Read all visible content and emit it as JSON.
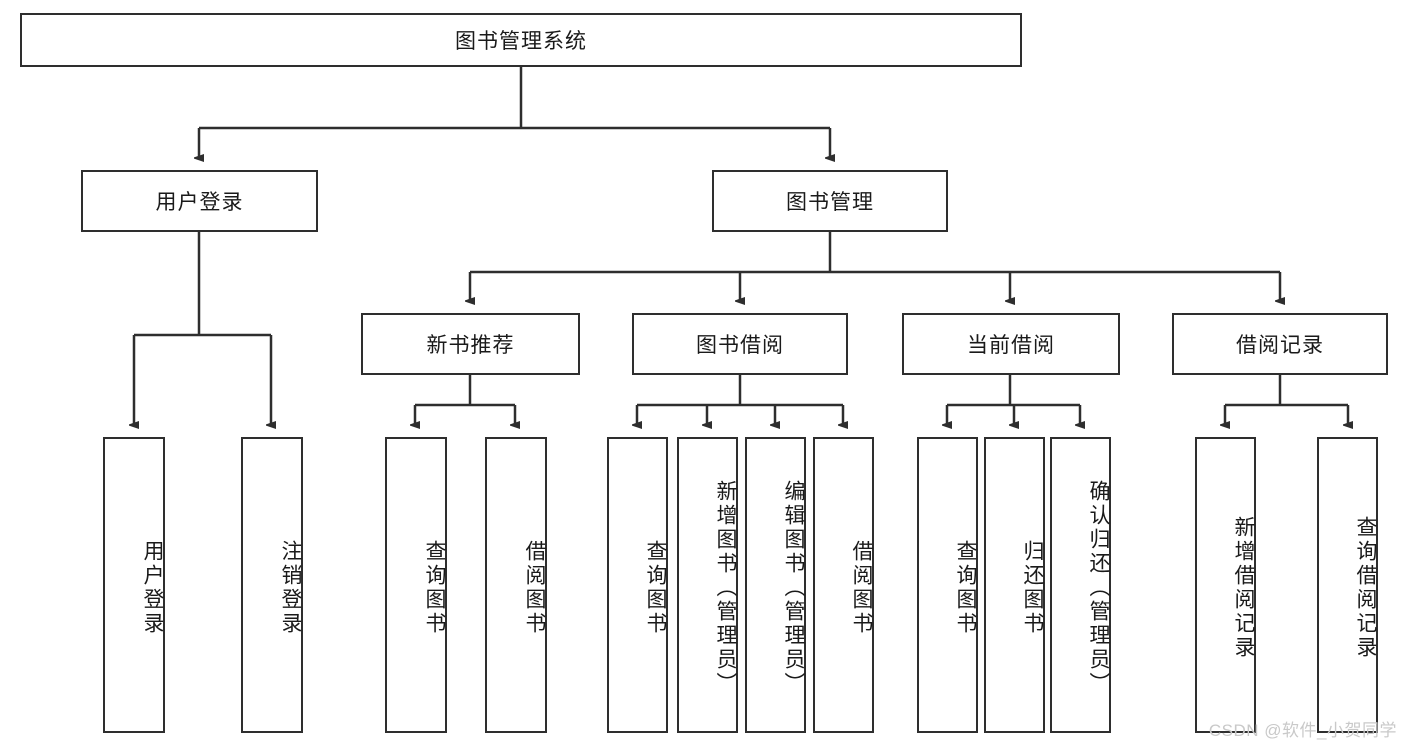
{
  "diagram": {
    "title": "图书管理系统",
    "type": "tree",
    "root": {
      "label": "图书管理系统"
    },
    "level2": [
      {
        "label": "用户登录"
      },
      {
        "label": "图书管理"
      }
    ],
    "level3": [
      {
        "label": "新书推荐"
      },
      {
        "label": "图书借阅"
      },
      {
        "label": "当前借阅"
      },
      {
        "label": "借阅记录"
      }
    ],
    "leaves": {
      "user_login": [
        {
          "label": "用户登录"
        },
        {
          "label": "注销登录"
        }
      ],
      "new_book_recommend": [
        {
          "label": "查询图书"
        },
        {
          "label": "借阅图书"
        }
      ],
      "book_borrow": [
        {
          "label": "查询图书"
        },
        {
          "label": "新增图书（管理员）"
        },
        {
          "label": "编辑图书（管理员）"
        },
        {
          "label": "借阅图书"
        }
      ],
      "current_borrow": [
        {
          "label": "查询图书"
        },
        {
          "label": "归还图书"
        },
        {
          "label": "确认归还（管理员）"
        }
      ],
      "borrow_record": [
        {
          "label": "新增借阅记录"
        },
        {
          "label": "查询借阅记录"
        }
      ]
    }
  },
  "watermark": {
    "text": "CSDN @软件_小贺同学"
  },
  "colors": {
    "border": "#2e2e2e",
    "text": "#1a1a1a",
    "background": "#ffffff",
    "watermark": "#c9c9c9"
  }
}
